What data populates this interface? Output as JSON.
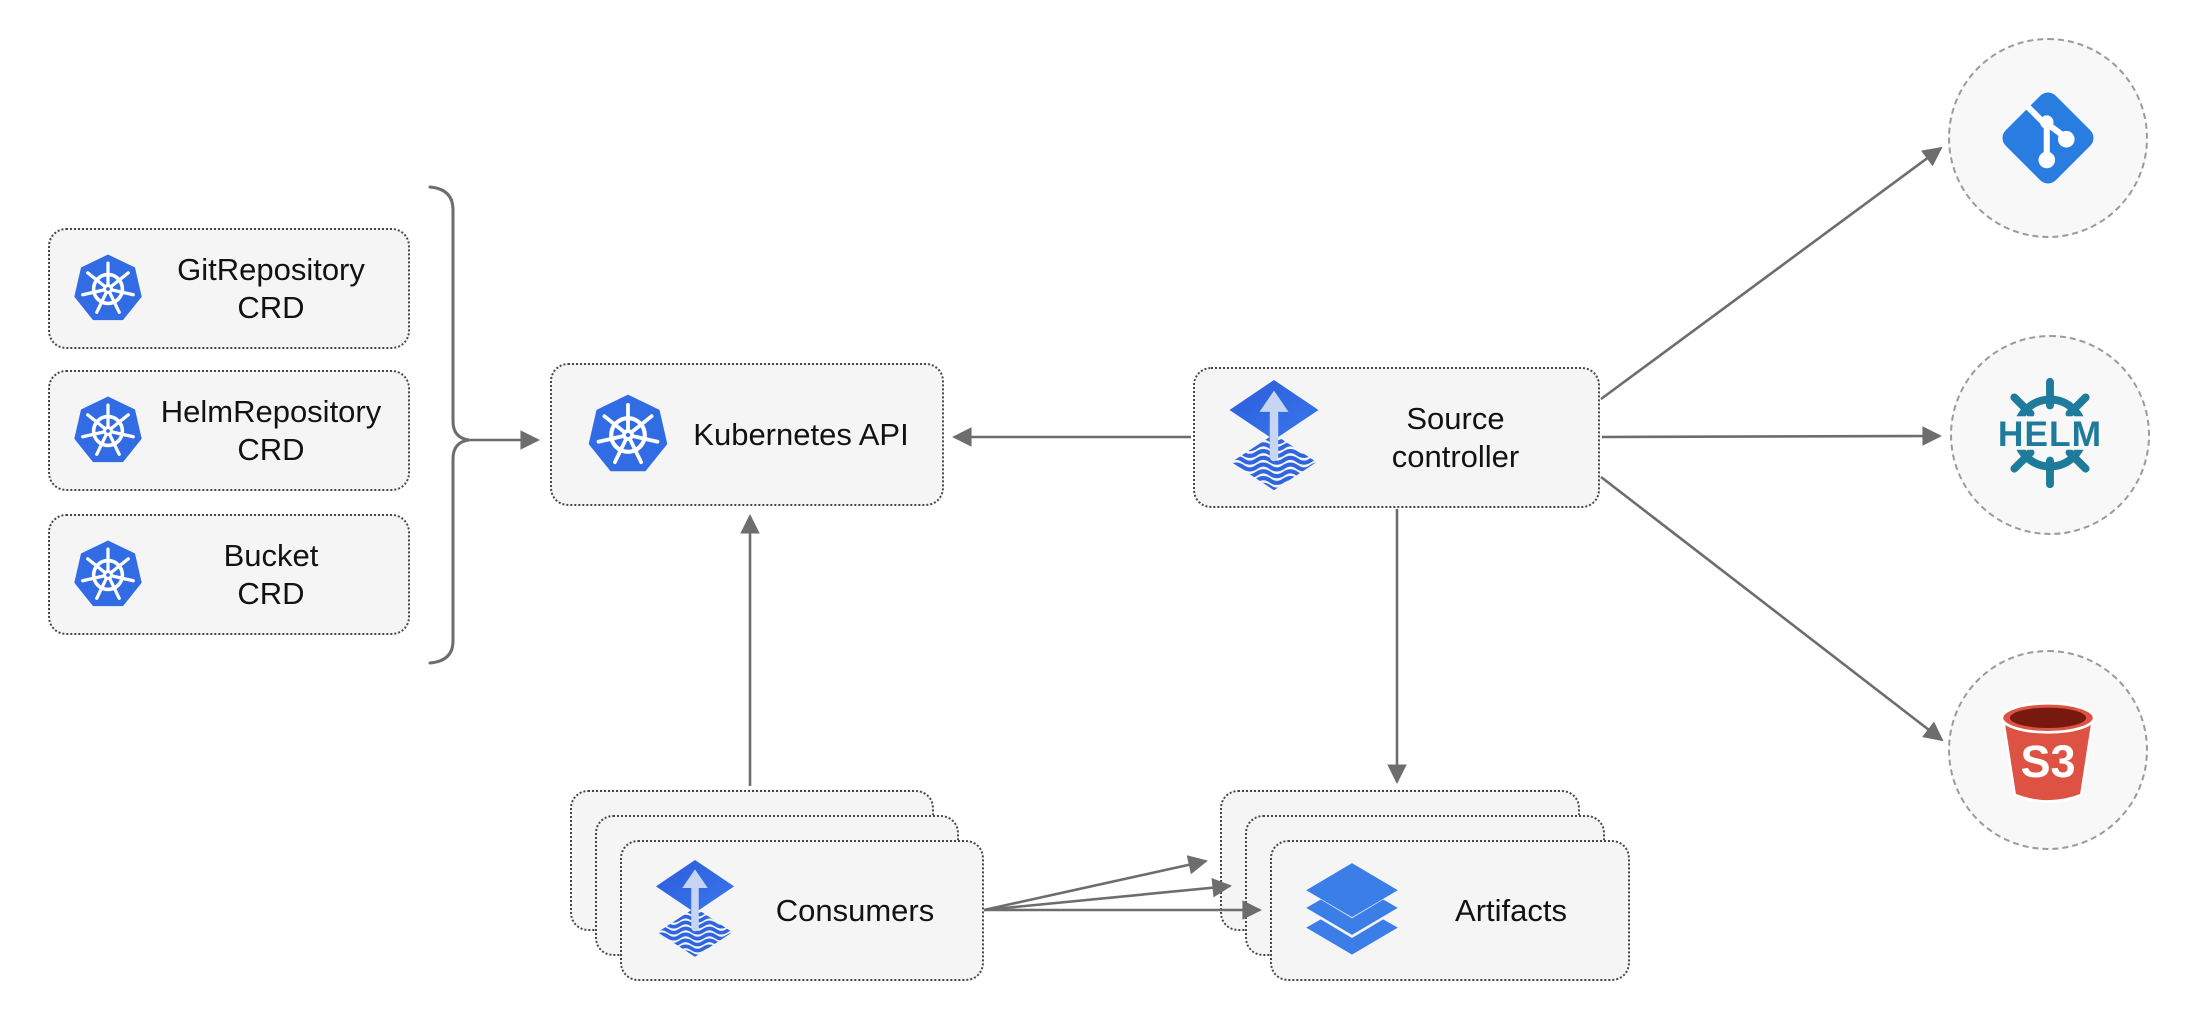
{
  "diagram": {
    "nodes": {
      "crds": [
        {
          "line1": "GitRepository",
          "line2": "CRD"
        },
        {
          "line1": "HelmRepository",
          "line2": "CRD"
        },
        {
          "line1": "Bucket",
          "line2": "CRD"
        }
      ],
      "kubernetes_api": {
        "label": "Kubernetes API"
      },
      "source_controller": {
        "line1": "Source",
        "line2": "controller"
      },
      "consumers": {
        "label": "Consumers"
      },
      "artifacts": {
        "label": "Artifacts"
      },
      "helm": {
        "label": "HELM"
      },
      "s3": {
        "label": "S3"
      }
    },
    "external_sources": [
      "git-repository",
      "helm-repository",
      "s3-bucket"
    ],
    "connections": [
      {
        "from": "crd-group",
        "to": "kubernetes-api"
      },
      {
        "from": "source-controller",
        "to": "kubernetes-api"
      },
      {
        "from": "consumers",
        "to": "kubernetes-api"
      },
      {
        "from": "source-controller",
        "to": "artifacts"
      },
      {
        "from": "source-controller",
        "to": "git"
      },
      {
        "from": "source-controller",
        "to": "helm"
      },
      {
        "from": "source-controller",
        "to": "s3"
      },
      {
        "from": "consumers",
        "to": "artifacts",
        "arrow_count": 3
      }
    ],
    "icons": {
      "crd": "kubernetes-icon",
      "kubernetes_api": "kubernetes-icon",
      "source_controller": "flux-icon",
      "consumers": "flux-icon",
      "artifacts": "layers-icon",
      "git": "git-icon",
      "helm": "helm-wheel-icon",
      "s3": "s3-bucket-icon"
    },
    "colors": {
      "kubernetes_blue": "#326CE5",
      "flux_blue": "#2E6BE5",
      "flux_arrow_light": "#C6D6F2",
      "layers_blue": "#3C7EE8",
      "git_blue": "#2A7DE0",
      "helm_teal": "#1F7B9C",
      "s3_red": "#DD5243",
      "s3_dark_red": "#77190F",
      "node_fill": "#F5F5F5",
      "node_border": "#474747",
      "arrow_gray": "#6D6D6D",
      "circle_border": "#9B9B9B"
    }
  }
}
